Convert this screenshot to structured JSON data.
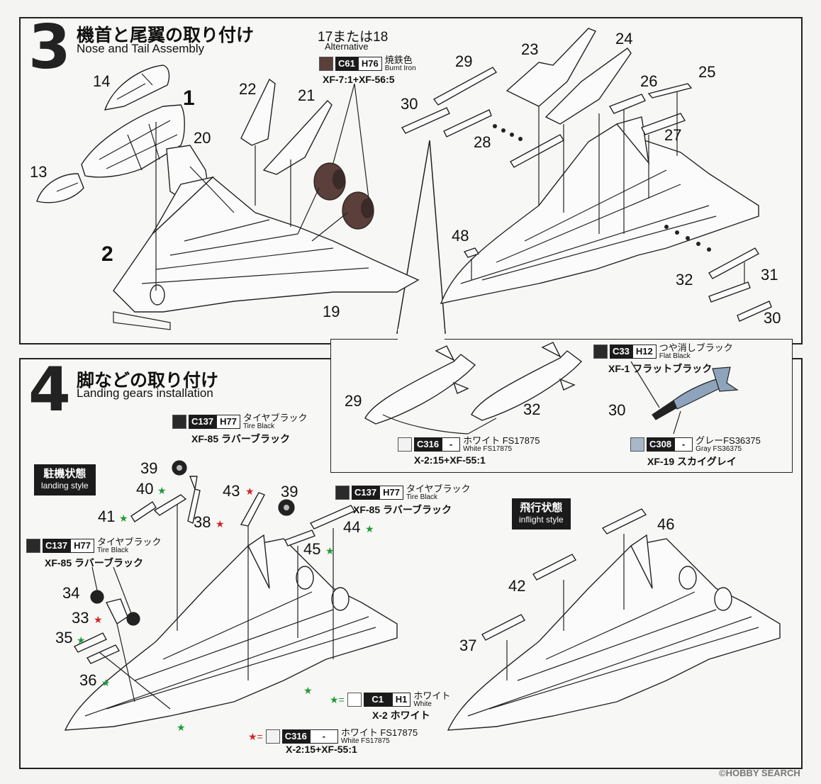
{
  "step3": {
    "number": "3",
    "title_jp": "機首と尾翼の取り付け",
    "title_en": "Nose and Tail Assembly",
    "parts": {
      "p1": "1",
      "p2": "2",
      "p13": "13",
      "p14": "14",
      "p19": "19",
      "p20": "20",
      "p21": "21",
      "p22": "22",
      "p23": "23",
      "p24": "24",
      "p25": "25",
      "p26": "26",
      "p27": "27",
      "p28": "28",
      "p29": "29",
      "p30": "30",
      "p31": "31",
      "p32": "32",
      "p30b": "30",
      "p48": "48"
    },
    "alt_header": "17または18",
    "alt_sub": "Alternative",
    "burnt_iron": {
      "code": "C61",
      "h": "H76",
      "name_jp": "焼鉄色",
      "name_en": "Burnt Iron",
      "mix": "XF-7:1+XF-56:5",
      "swatch": "#5a3f3a"
    }
  },
  "detail_box": {
    "parts": {
      "p29": "29",
      "p32": "32",
      "p30": "30"
    },
    "flat_black": {
      "code": "C33",
      "h": "H12",
      "name_jp": "つや消しブラック",
      "name_en": "Flat Black",
      "mix": "XF-1 フラットブラック",
      "swatch": "#2a2a2a"
    },
    "white_fs": {
      "code": "C316",
      "h": "-",
      "name_jp": "ホワイト FS17875",
      "name_en": "White FS17875",
      "mix": "X-2:15+XF-55:1",
      "swatch": "#f2f2f2"
    },
    "gray_fs": {
      "code": "C308",
      "h": "-",
      "name_jp": "グレーFS36375",
      "name_en": "Gray FS36375",
      "mix": "XF-19 スカイグレイ",
      "swatch": "#a9b8c9"
    }
  },
  "step4": {
    "number": "4",
    "title_jp": "脚などの取り付け",
    "title_en": "Landing gears installation",
    "landing_style": {
      "jp": "駐機状態",
      "en": "landing style"
    },
    "inflight_style": {
      "jp": "飛行状態",
      "en": "inflight style"
    },
    "tire_black": {
      "code": "C137",
      "h": "H77",
      "name_jp": "タイヤブラック",
      "name_en": "Tire Black",
      "mix": "XF-85 ラバーブラック",
      "swatch": "#2a2a2a"
    },
    "parts": {
      "p33": "33",
      "p34": "34",
      "p35": "35",
      "p36": "36",
      "p37": "37",
      "p38": "38",
      "p39a": "39",
      "p39b": "39",
      "p40": "40",
      "p41": "41",
      "p42": "42",
      "p43": "43",
      "p44": "44",
      "p45": "45",
      "p46": "46"
    },
    "legend_green": {
      "star": "★=",
      "code": "C1",
      "h": "H1",
      "name_jp": "ホワイト",
      "name_en": "White",
      "mix": "X-2 ホワイト",
      "swatch": "#ffffff"
    },
    "legend_red": {
      "star": "★=",
      "code": "C316",
      "h": "-",
      "name_jp": "ホワイト FS17875",
      "name_en": "White FS17875",
      "mix": "X-2:15+XF-55:1",
      "swatch": "#f2f2f2"
    },
    "star_glyph": "★"
  },
  "watermark": "©HOBBY SEARCH"
}
